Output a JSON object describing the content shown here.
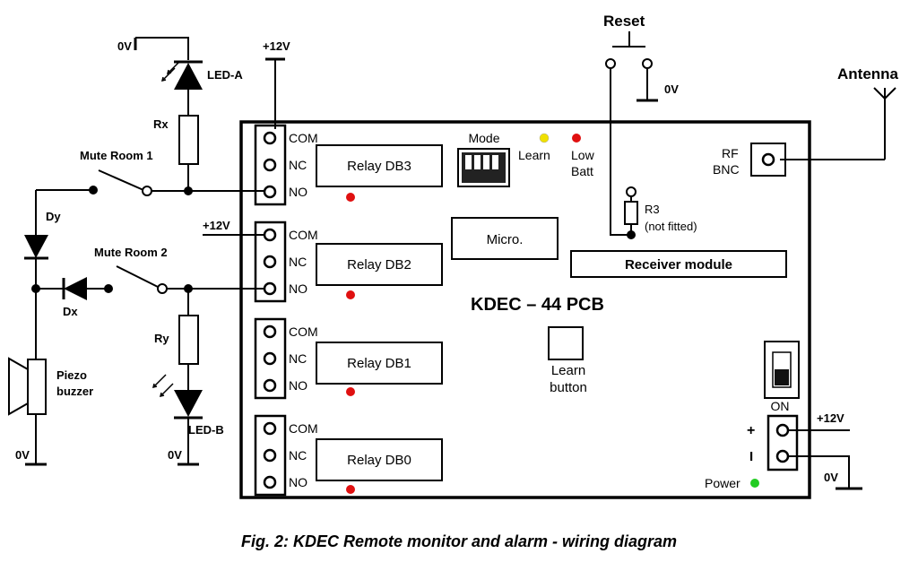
{
  "power": {
    "plus12v": "+12V",
    "zero_v": "0V"
  },
  "reset": {
    "label": "Reset",
    "zero_v": "0V"
  },
  "antenna": {
    "label": "Antenna"
  },
  "led_a": {
    "label": "LED-A"
  },
  "led_b": {
    "label": "LED-B"
  },
  "rx": {
    "label": "Rx"
  },
  "ry": {
    "label": "Ry"
  },
  "dy": {
    "label": "Dy"
  },
  "dx": {
    "label": "Dx"
  },
  "mute1": {
    "label": "Mute Room 1"
  },
  "mute2": {
    "label": "Mute Room 2"
  },
  "piezo": {
    "line1": "Piezo",
    "line2": "buzzer"
  },
  "terminals": {
    "com": "COM",
    "nc": "NC",
    "no": "NO"
  },
  "relays": [
    "Relay DB3",
    "Relay DB2",
    "Relay DB1",
    "Relay DB0"
  ],
  "mode": {
    "label": "Mode"
  },
  "indicators": {
    "learn": "Learn",
    "low1": "Low",
    "low2": "Batt",
    "power": "Power"
  },
  "colors": {
    "learn_led": "#f0e000",
    "low_batt_led": "#e01010",
    "relay_led": "#e01010",
    "power_led": "#22cc22"
  },
  "r3": {
    "label": "R3",
    "note": "(not fitted)"
  },
  "micro": {
    "label": "Micro."
  },
  "receiver": {
    "label": "Receiver module"
  },
  "pcb": {
    "title": "KDEC – 44  PCB"
  },
  "learn_button": {
    "line1": "Learn",
    "line2": "button"
  },
  "rf": {
    "line1": "RF",
    "line2": "BNC"
  },
  "switch": {
    "on_label": "ON"
  },
  "pwr_terminal": {
    "plus": "+",
    "minus": "I"
  },
  "caption": "Fig. 2: KDEC Remote monitor and alarm - wiring diagram"
}
